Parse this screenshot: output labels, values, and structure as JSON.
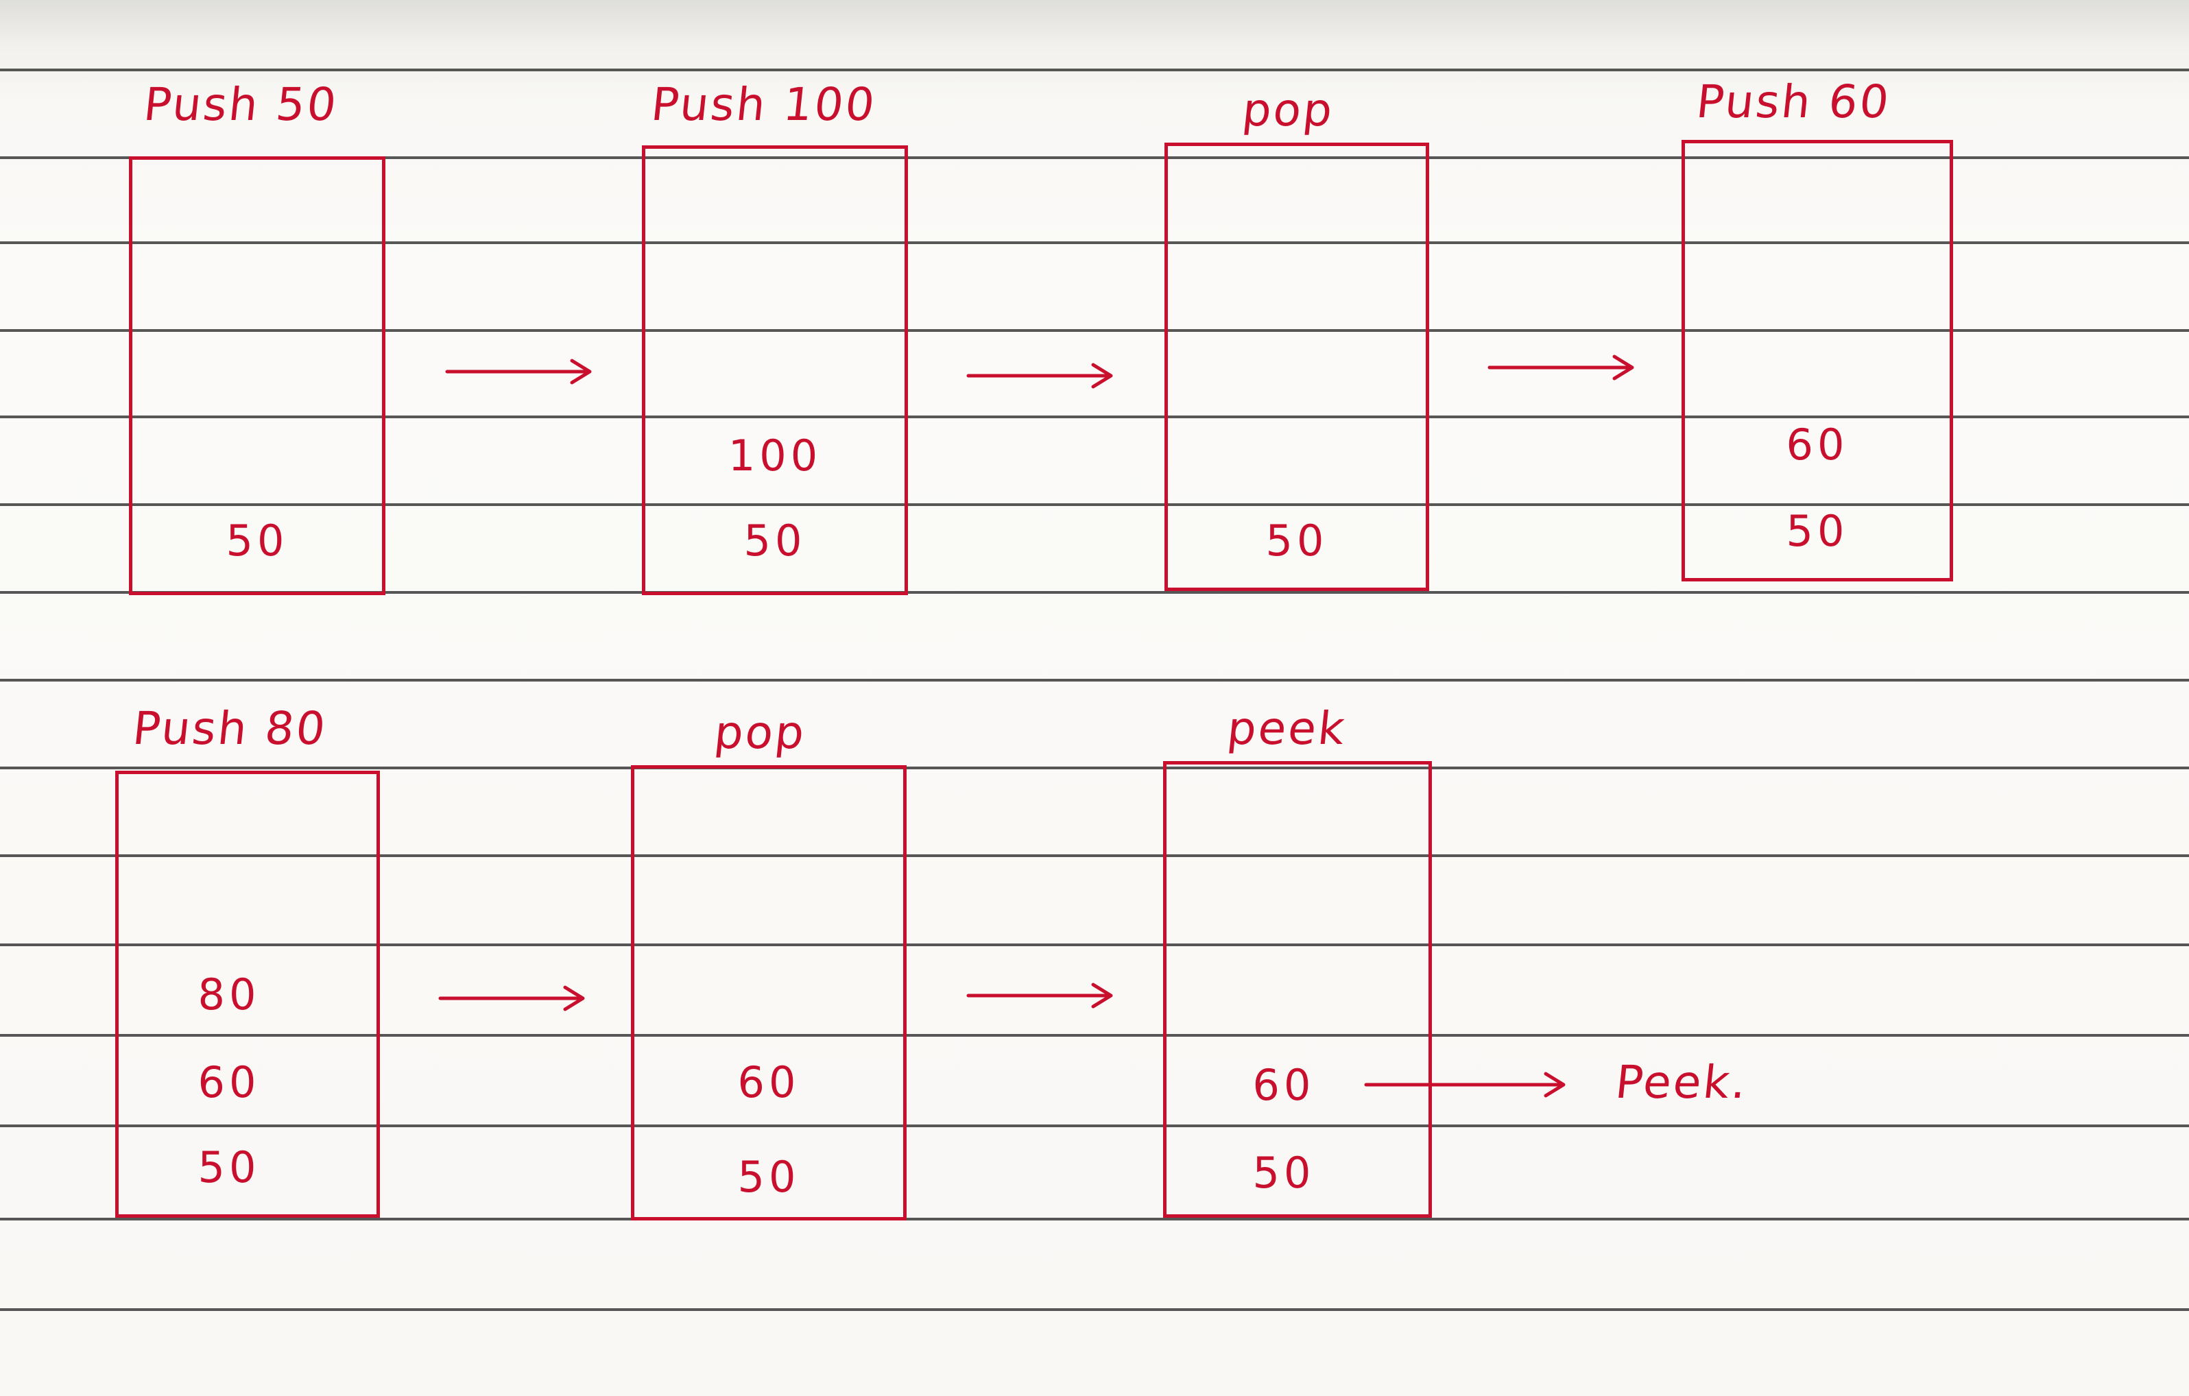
{
  "row1": {
    "steps": [
      {
        "operation": "Push 50",
        "stack": [
          "50"
        ]
      },
      {
        "operation": "Push 100",
        "stack": [
          "50",
          "100"
        ]
      },
      {
        "operation": "pop",
        "stack": [
          "50"
        ]
      },
      {
        "operation": "Push 60",
        "stack": [
          "50",
          "60"
        ]
      }
    ]
  },
  "row2": {
    "steps": [
      {
        "operation": "Push 80",
        "stack": [
          "50",
          "60",
          "80"
        ]
      },
      {
        "operation": "pop",
        "stack": [
          "50",
          "60"
        ]
      },
      {
        "operation": "peek",
        "stack": [
          "50",
          "60"
        ]
      }
    ],
    "peek_annotation": "Peek."
  },
  "colors": {
    "ink": "#c8102e",
    "rule_lines": "#3a3a3a",
    "paper": "#fbfaf8"
  }
}
